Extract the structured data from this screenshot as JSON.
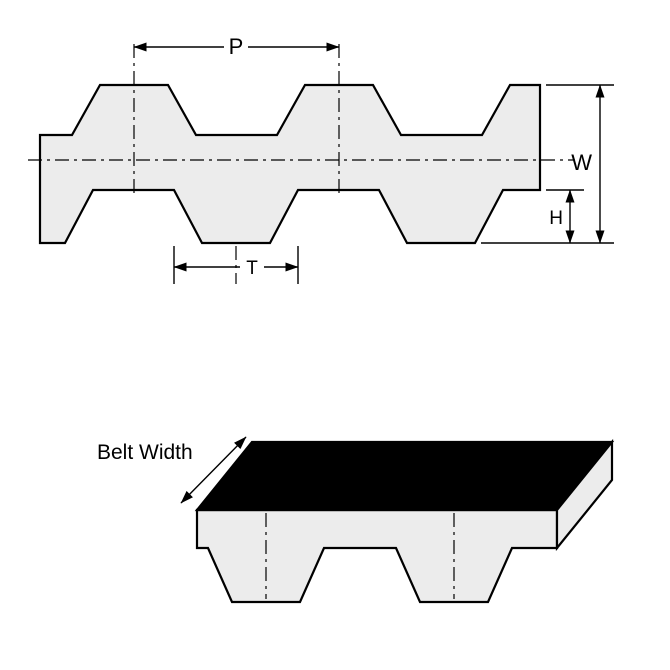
{
  "colors": {
    "background": "#ffffff",
    "belt_fill": "#ececec",
    "outline": "#000000",
    "top_face_fill": "#000000"
  },
  "cross_section": {
    "pitch_label": "P",
    "overall_width_label": "W",
    "tooth_height_label": "H",
    "tooth_width_label": "T"
  },
  "isometric": {
    "belt_width_label": "Belt Width"
  }
}
